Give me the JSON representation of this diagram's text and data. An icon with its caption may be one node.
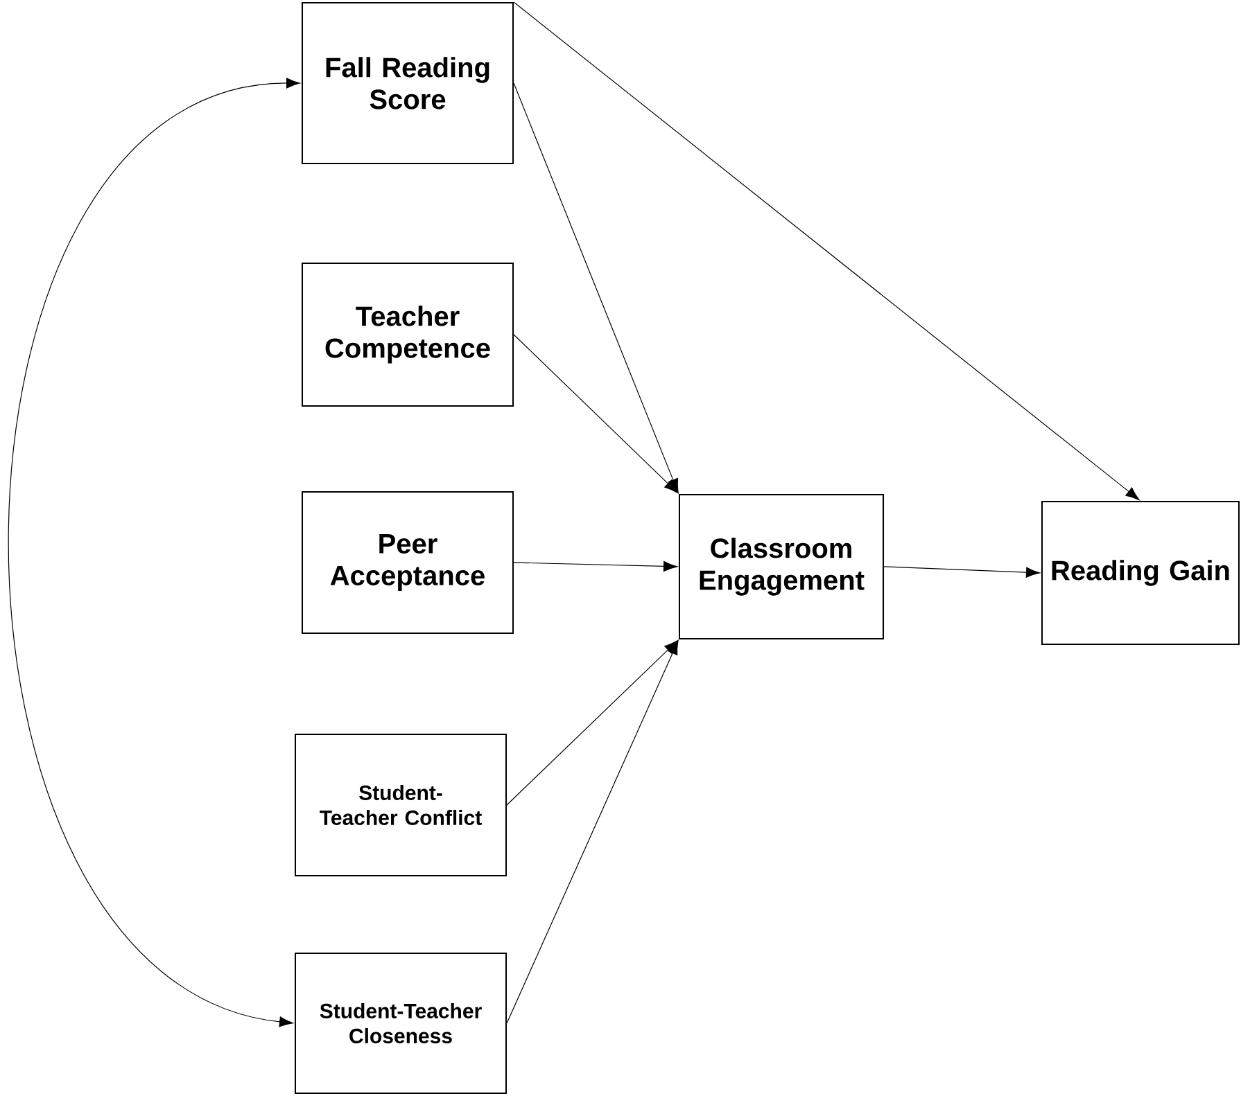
{
  "diagram": {
    "nodes": [
      {
        "text": [
          "Fall Reading Score"
        ]
      },
      {
        "text": [
          "Teacher Competence"
        ]
      },
      {
        "text": [
          "Peer Acceptance"
        ]
      },
      {
        "text": [
          "Student-Teacher Conflict"
        ]
      },
      {
        "text": [
          "Student-Teacher Closeness"
        ]
      },
      {
        "text": [
          "Classroom Engagement"
        ]
      },
      {
        "text": [
          "Reading Gain"
        ]
      }
    ],
    "edges": [
      {
        "from": 0,
        "to": 5,
        "arrow": "to"
      },
      {
        "from": 0,
        "to": 6,
        "arrow": "to"
      },
      {
        "from": 1,
        "to": 5,
        "arrow": "to"
      },
      {
        "from": 2,
        "to": 5,
        "arrow": "to"
      },
      {
        "from": 3,
        "to": 5,
        "arrow": "to"
      },
      {
        "from": 4,
        "to": 5,
        "arrow": "to"
      },
      {
        "from": 5,
        "to": 6,
        "arrow": "to"
      },
      {
        "from": 0,
        "to": 4,
        "arrow": "both"
      }
    ]
  }
}
